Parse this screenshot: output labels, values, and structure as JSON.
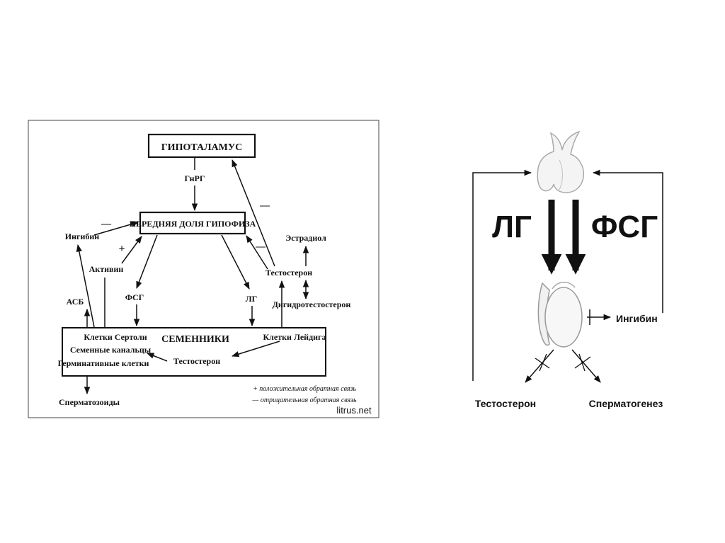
{
  "left_diagram": {
    "hypothalamus": "ГИПОТАЛАМУС",
    "gnrh": "ГнРГ",
    "pituitary": "ПЕРЕДНЯЯ ДОЛЯ ГИПОФИЗА",
    "inhibin": "Ингибин",
    "activin": "Активин",
    "estradiol": "Эстрадиол",
    "testosterone_top": "Тестостерон",
    "dht": "Дигидротестостерон",
    "abp": "АСБ",
    "fsh": "ФСГ",
    "lh": "ЛГ",
    "sertoli": "Клетки Сертоли",
    "tubules": "Семенные канальцы",
    "germ_cells": "Герминативные клетки",
    "testes": "СЕМЕННИКИ",
    "leydig": "Клетки Лейдига",
    "testosterone_inner": "Тестостерон",
    "sperm": "Сперматозоиды",
    "plus": "+",
    "minus": "—",
    "legend_positive": "+ положительная обратная связь",
    "legend_negative": "— отрицательная обратная связь",
    "watermark": "litrus.net"
  },
  "right_diagram": {
    "lh": "ЛГ",
    "fsh": "ФСГ",
    "inhibin": "Ингибин",
    "testosterone": "Тестостерон",
    "spermatogenesis": "Сперматогенез"
  }
}
